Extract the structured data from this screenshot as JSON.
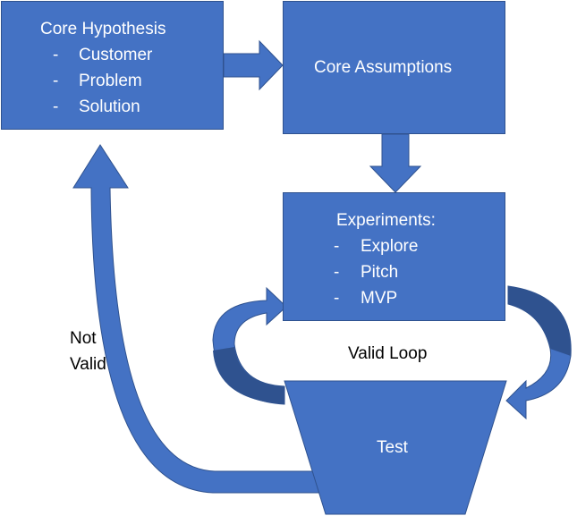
{
  "colors": {
    "fill": "#4472c4",
    "border": "#2f528f",
    "dark": "#2f528f",
    "text_on_fill": "#ffffff",
    "text": "#000000",
    "background": "#ffffff"
  },
  "nodes": {
    "core_hypothesis": {
      "title": "Core Hypothesis",
      "items": [
        {
          "dash": "-",
          "label": "Customer"
        },
        {
          "dash": "-",
          "label": "Problem"
        },
        {
          "dash": "-",
          "label": "Solution"
        }
      ]
    },
    "core_assumptions": {
      "title": "Core Assumptions"
    },
    "experiments": {
      "title": "Experiments:",
      "items": [
        {
          "dash": "-",
          "label": "Explore"
        },
        {
          "dash": "-",
          "label": "Pitch"
        },
        {
          "dash": "-",
          "label": "MVP"
        }
      ]
    },
    "test": {
      "title": "Test"
    }
  },
  "labels": {
    "not_valid_line1": "Not",
    "not_valid_line2": "Valid",
    "valid_loop": "Valid Loop"
  }
}
